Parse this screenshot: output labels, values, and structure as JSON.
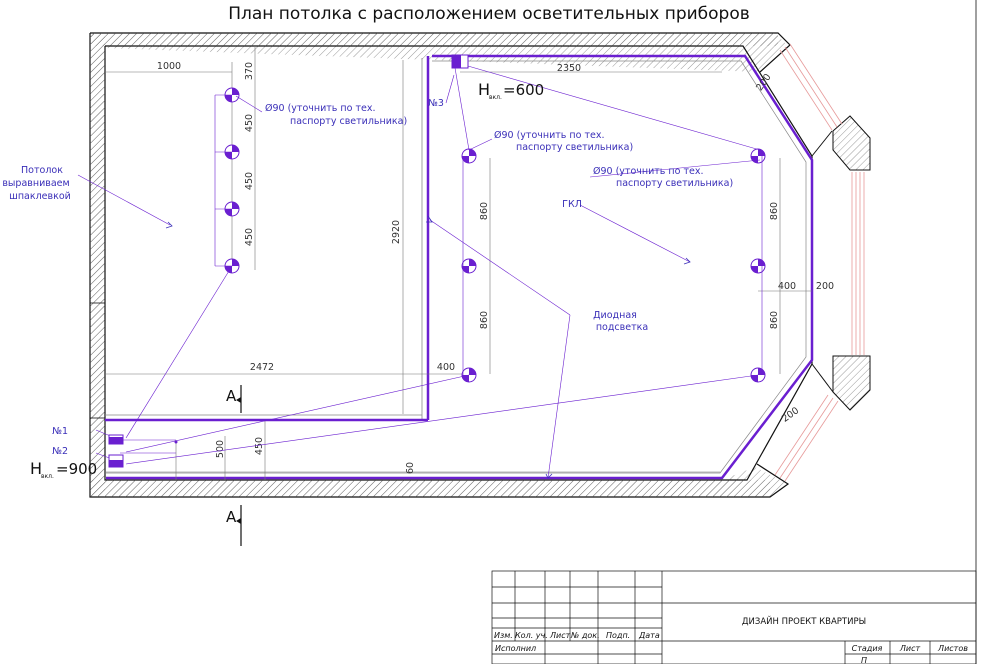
{
  "title": "План потолка с расположением осветительных приборов",
  "dimensions": {
    "d1000": "1000",
    "d370": "370",
    "d450a": "450",
    "d450b": "450",
    "d450c": "450",
    "d2920": "2920",
    "d2472": "2472",
    "d400a": "400",
    "d2350": "2350",
    "d860a": "860",
    "d860b": "860",
    "d860c": "860",
    "d860d": "860",
    "d400b": "400",
    "d200a": "200",
    "d200b": "200",
    "d200c": "200",
    "d500": "500",
    "d450d": "450",
    "d60": "60"
  },
  "notes": {
    "lamp_left_1": "Ø90 (уточнить по тех.",
    "lamp_left_2": "паспорту светильника)",
    "lamp_mid_1": "Ø90 (уточнить по тех.",
    "lamp_mid_2": "паспорту светильника)",
    "lamp_right_1": "Ø90 (уточнить по тех.",
    "lamp_right_2": "паспорту светильника)",
    "ceiling_1": "Потолок",
    "ceiling_2": "выравниваем",
    "ceiling_3": "шпаклевкой",
    "gkl": "ГКЛ",
    "diode_1": "Диодная",
    "diode_2": "подсветка"
  },
  "switches": {
    "n1": "№1",
    "n2": "№2",
    "n3": "№3",
    "h_main_left": "H",
    "h_sub_left": "вкл.",
    "h_val_left": "=900",
    "h_main_top": "H",
    "h_sub_top": "вкл.",
    "h_val_top": "=600"
  },
  "section": {
    "a1": "А",
    "a2": "А"
  },
  "stamp": {
    "project_title": "ДИЗАЙН ПРОЕКТ КВАРТИРЫ",
    "col_izm": "Изм.",
    "col_kol": "Кол. уч.",
    "col_list": "Лист",
    "col_doc": "№ док.",
    "col_podp": "Подп.",
    "col_data": "Дата",
    "row_isp": "Исполнил",
    "col_stadia": "Стадия",
    "col_list2": "Лист",
    "col_listov": "Листов",
    "stadia_val": "П"
  },
  "colors": {
    "led": "#6a1fd0",
    "annotation": "#3a2fb8",
    "wall": "#111111",
    "window": "#e79a9a"
  }
}
